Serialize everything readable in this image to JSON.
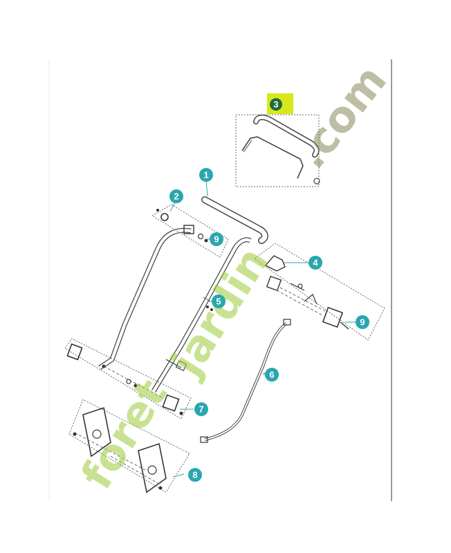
{
  "callouts": [
    {
      "number": "1",
      "style": "teal"
    },
    {
      "number": "2",
      "style": "teal"
    },
    {
      "number": "3",
      "style": "highlight"
    },
    {
      "number": "4",
      "style": "teal"
    },
    {
      "number": "5",
      "style": "teal"
    },
    {
      "number": "6",
      "style": "teal"
    },
    {
      "number": "7",
      "style": "teal"
    },
    {
      "number": "8",
      "style": "teal"
    },
    {
      "number": "9",
      "style": "teal"
    },
    {
      "number": "9",
      "style": "teal"
    }
  ],
  "watermark": {
    "part1": "foret",
    "part2": "jardin",
    "part3": ".com",
    "color_green": "#9ccc3a",
    "color_orange": "#f39a2b",
    "color_gray": "#8a8a5a"
  },
  "colors": {
    "teal": "#2aa6ae",
    "highlight_bg": "#d7e81b",
    "highlight_circle": "#1f6b3a",
    "line": "#555555",
    "dash": "#666666"
  }
}
